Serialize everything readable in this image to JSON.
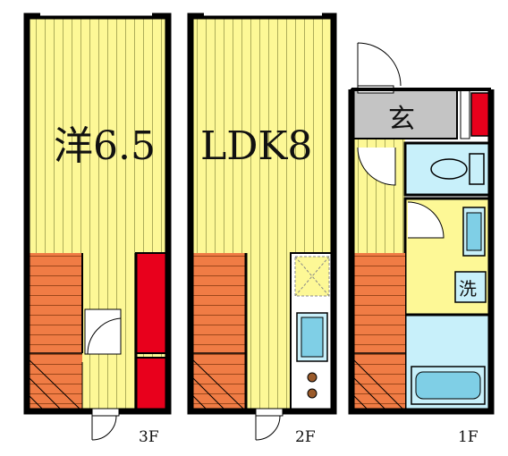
{
  "rooms": {
    "western_room": "洋6.5",
    "ldk": "LDK8",
    "entrance": "玄",
    "laundry": "洗"
  },
  "floors": {
    "third": "3F",
    "second": "2F",
    "first": "1F"
  },
  "colors": {
    "wall": "#000000",
    "flooring": "#fdf896",
    "flooring_line": "#9a9a4a",
    "stairs": "#f07c45",
    "storage": "#e8001c",
    "entrance_floor": "#c4c4c4",
    "wet_area": "#c8f0fa",
    "fixture": "#7fcfe6"
  }
}
